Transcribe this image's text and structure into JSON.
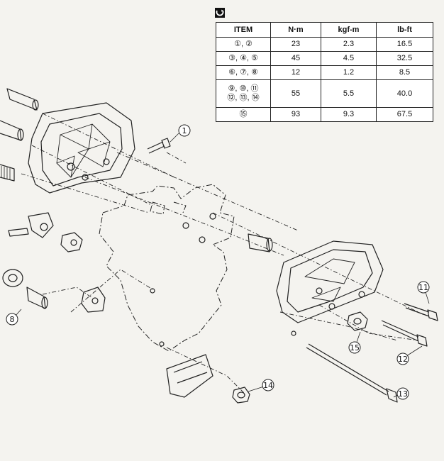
{
  "torque_table": {
    "icon": "torque-wrench-icon",
    "headers": [
      "ITEM",
      "N·m",
      "kgf-m",
      "lb-ft"
    ],
    "rows": [
      [
        "①, ②",
        "23",
        "2.3",
        "16.5"
      ],
      [
        "③, ④, ⑤",
        "45",
        "4.5",
        "32.5"
      ],
      [
        "⑥, ⑦, ⑧",
        "12",
        "1.2",
        "8.5"
      ],
      [
        "⑨, ⑩, ⑪\n⑫, ⑬, ⑭",
        "55",
        "5.5",
        "40.0"
      ],
      [
        "⑮",
        "93",
        "9.3",
        "67.5"
      ]
    ]
  },
  "callouts": {
    "c1": "1",
    "c8": "8",
    "c11": "11",
    "c12": "12",
    "c13": "13",
    "c14": "14",
    "c15": "15"
  }
}
